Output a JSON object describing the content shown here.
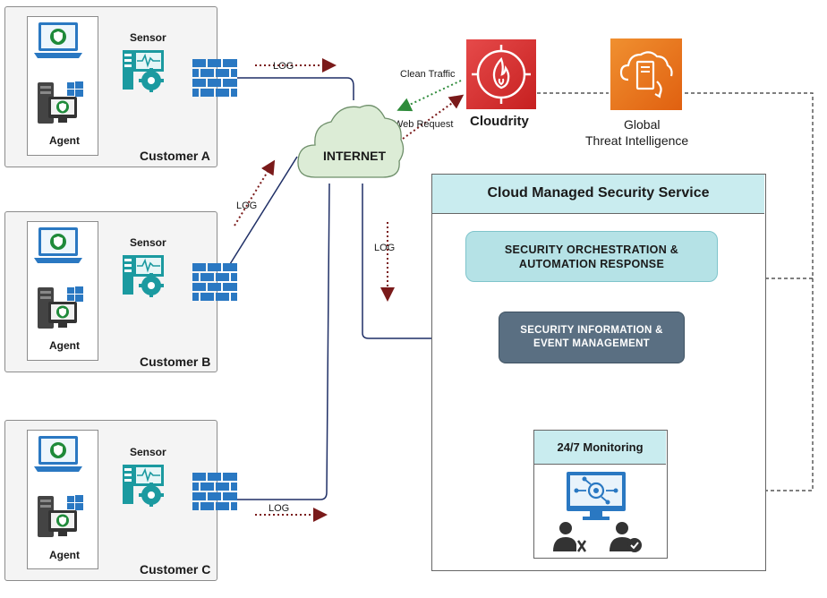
{
  "customers": [
    {
      "name": "Customer A",
      "sensor_label": "Sensor",
      "agent_label": "Agent"
    },
    {
      "name": "Customer B",
      "sensor_label": "Sensor",
      "agent_label": "Agent"
    },
    {
      "name": "Customer C",
      "sensor_label": "Sensor",
      "agent_label": "Agent"
    }
  ],
  "flow_labels": {
    "log_a": "LOG",
    "log_b": "LOG",
    "log_c": "LOG",
    "log_down": "LOG",
    "clean_traffic": "Clean Traffic",
    "web_request": "Web Request"
  },
  "internet": {
    "label": "INTERNET"
  },
  "cloudrity": {
    "label": "Cloudrity"
  },
  "threat_intel": {
    "line1": "Global",
    "line2": "Threat Intelligence"
  },
  "service": {
    "title": "Cloud Managed Security Service",
    "soar": {
      "line1": "SECURITY ORCHESTRATION &",
      "line2": "AUTOMATION RESPONSE"
    },
    "siem": {
      "line1": "SECURITY INFORMATION &",
      "line2": "EVENT MANAGEMENT"
    },
    "monitoring": {
      "title": "24/7 Monitoring"
    }
  },
  "colors": {
    "accent_teal": "#1b9aa0",
    "firewall_blue": "#2a78c2",
    "cloud_green": "#dcecd6",
    "cloudrity_red": "#d63232",
    "threat_orange": "#e8731d",
    "log_arrow": "#7a1a1a",
    "clean_arrow": "#2e8b3a",
    "siem_gray": "#5a6f82",
    "soar_teal": "#b5e2e6",
    "line_navy": "#1f2f66"
  },
  "icons": [
    "laptop-shield-icon",
    "desktop-windows-icon",
    "sensor-icon",
    "firewall-icon",
    "cloud-icon",
    "cloudrity-fire-icon",
    "global-threat-server-icon",
    "monitor-network-icon",
    "engineer-icon",
    "verified-user-icon"
  ]
}
